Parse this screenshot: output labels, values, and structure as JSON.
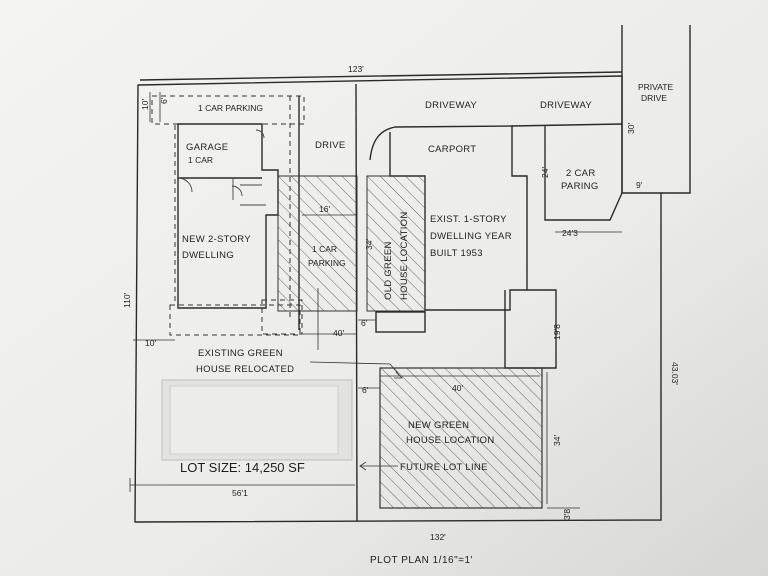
{
  "labels": {
    "top_dim": "123'",
    "bottom_dim": "132'",
    "left_dim": "110'",
    "right_dim": "43.03'",
    "dim_10_top": "10'",
    "dim_6_top": "6'",
    "one_car_parking_top": "1 CAR PARKING",
    "garage": "GARAGE",
    "one_car": "1 CAR",
    "drive": "DRIVE",
    "driveway_1": "DRIVEWAY",
    "driveway_2": "DRIVEWAY",
    "private_drive_1": "PRIVATE",
    "private_drive_2": "DRIVE",
    "dim_30": "30'",
    "dim_9": "9'",
    "carport": "CARPORT",
    "dim_24": "24'",
    "two_car_1": "2 CAR",
    "two_car_2": "PARING",
    "dim_16": "16'",
    "dim_34_old": "34'",
    "old_green_1": "OLD GREEN",
    "old_green_2": "HOUSE LOCATION",
    "exist_1": "EXIST. 1-STORY",
    "exist_2": "DWELLING YEAR",
    "exist_3": "BUILT 1953",
    "dim_243": "24'3",
    "new_dwelling_1": "NEW 2-STORY",
    "new_dwelling_2": "DWELLING",
    "one_car_parking_a": "1 CAR",
    "one_car_parking_b": "PARKING",
    "dim_10_left": "10'",
    "dim_40_a": "40'",
    "dim_6_a": "6'",
    "dim_198": "19'8",
    "existing_green_1": "EXISTING GREEN",
    "existing_green_2": "HOUSE RELOCATED",
    "dim_6_b": "6'",
    "dim_40_b": "40'",
    "new_green_1": "NEW GREEN",
    "new_green_2": "HOUSE LOCATION",
    "dim_34_new": "34'",
    "lot_size": "LOT SIZE: 14,250 SF",
    "future_lot_line": "FUTURE LOT LINE",
    "dim_561": "56'1",
    "dim_38": "3'8",
    "title": "PLOT PLAN 1/16\"=1'"
  },
  "colors": {
    "paper": "#ececea",
    "ink": "#2a2a2a",
    "hatch": "#555555",
    "tape": "#e2e2de"
  }
}
